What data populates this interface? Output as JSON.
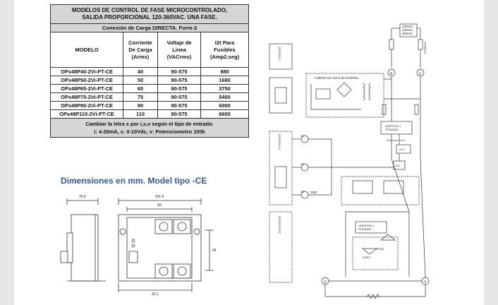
{
  "table": {
    "title_line1": "MODELOS DE CONTROL DE FASE MICROCONTROLADO,",
    "title_line2": "SALIDA PROPORCIONAL 120-360VAC. UNA FASE.",
    "subtitle": "Conexión de Carga DIRECTA. Form-2",
    "headers": {
      "modelo": "MODELO",
      "corriente": [
        "Corriente",
        "De Carga",
        "(Arms)"
      ],
      "voltaje": [
        "Voltaje de",
        "Linea",
        "(VACrms)"
      ],
      "i2t": [
        "I2t Para",
        "Fusibles",
        "(Amp2.seg)"
      ]
    },
    "rows": [
      {
        "modelo": "OPx48P40-2Vi-PT-CE",
        "corriente": "40",
        "voltaje": "90-575",
        "i2t": "880"
      },
      {
        "modelo": "OPx48P50-2Vi-PT-CE",
        "corriente": "50",
        "voltaje": "90-575",
        "i2t": "1680"
      },
      {
        "modelo": "OPx48P65-2Vi-PT-CE",
        "corriente": "65",
        "voltaje": "90-575",
        "i2t": "3750"
      },
      {
        "modelo": "OPx48P75-2Vi-PT-CE",
        "corriente": "75",
        "voltaje": "90-575",
        "i2t": "5400"
      },
      {
        "modelo": "OPx48P90-2Vi-PT-CE",
        "corriente": "90",
        "voltaje": "90-575",
        "i2t": "6000"
      },
      {
        "modelo": "OPx48P110-2Vi-PT-CE",
        "corriente": "110",
        "voltaje": "90-575",
        "i2t": "6600"
      }
    ],
    "footer_line1": "Cambiar la letra x por i,s,v según el tipo de entrada:",
    "footer_line2": "i: 4-20mA, s: 0-10Vdc, v: Potenciometro 100k"
  },
  "dimensions": {
    "title": "Dimensiones en mm. Model tipo -CE",
    "side_width": "25.6",
    "top_width": "101.6",
    "inner_width": "82",
    "height": "54",
    "bottom_width": "93.1"
  },
  "schematic": {
    "supply_label": [
      "120VAC",
      "240VAC",
      "360VAC"
    ],
    "fuse_label": "FUSIBLE",
    "terminal_r": "R",
    "terminal_s": "S",
    "terminal_u": "U",
    "terminal_v": "V",
    "power_supply_label": "FUENTE DE VOLTAJE INTERNA",
    "varistor_label_1": [
      "VARISTOR 1",
      "STRANGE"
    ],
    "varistor_label_2": [
      "VARISTOR 1",
      "STRANGE"
    ],
    "zero_cross_label": "Cruce por Cero",
    "uc_label": "uC1",
    "out_label": "uC2",
    "scr1": "SCR1",
    "scr2": "SCR2",
    "gnd_label": "GND",
    "pins": [
      "T1",
      "T2",
      "T3"
    ],
    "option_labels": [
      "OPCION V",
      "OPCION I,S",
      "OPCION POT"
    ]
  }
}
